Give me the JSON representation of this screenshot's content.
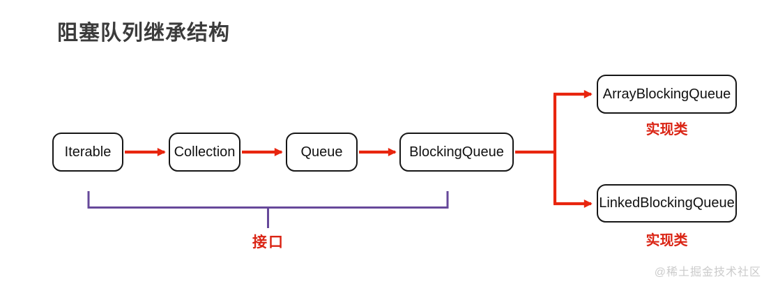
{
  "title": "阻塞队列继承结构",
  "nodes": {
    "interfaces": [
      {
        "label": "Iterable"
      },
      {
        "label": "Collection"
      },
      {
        "label": "Queue"
      },
      {
        "label": "BlockingQueue"
      }
    ],
    "implementations": [
      {
        "label": "ArrayBlockingQueue",
        "caption": "实现类"
      },
      {
        "label": "LinkedBlockingQueue",
        "caption": "实现类"
      }
    ]
  },
  "labels": {
    "interface_group": "接口"
  },
  "watermark": "@稀土掘金技术社区",
  "colors": {
    "arrow_red": "#e8250e",
    "label_red": "#da2414",
    "bracket_purple": "#66489a",
    "node_border": "#161616",
    "node_text": "#111111",
    "title_text": "#3b3b3b",
    "watermark_gray": "#cbcbcb",
    "background": "#ffffff"
  }
}
